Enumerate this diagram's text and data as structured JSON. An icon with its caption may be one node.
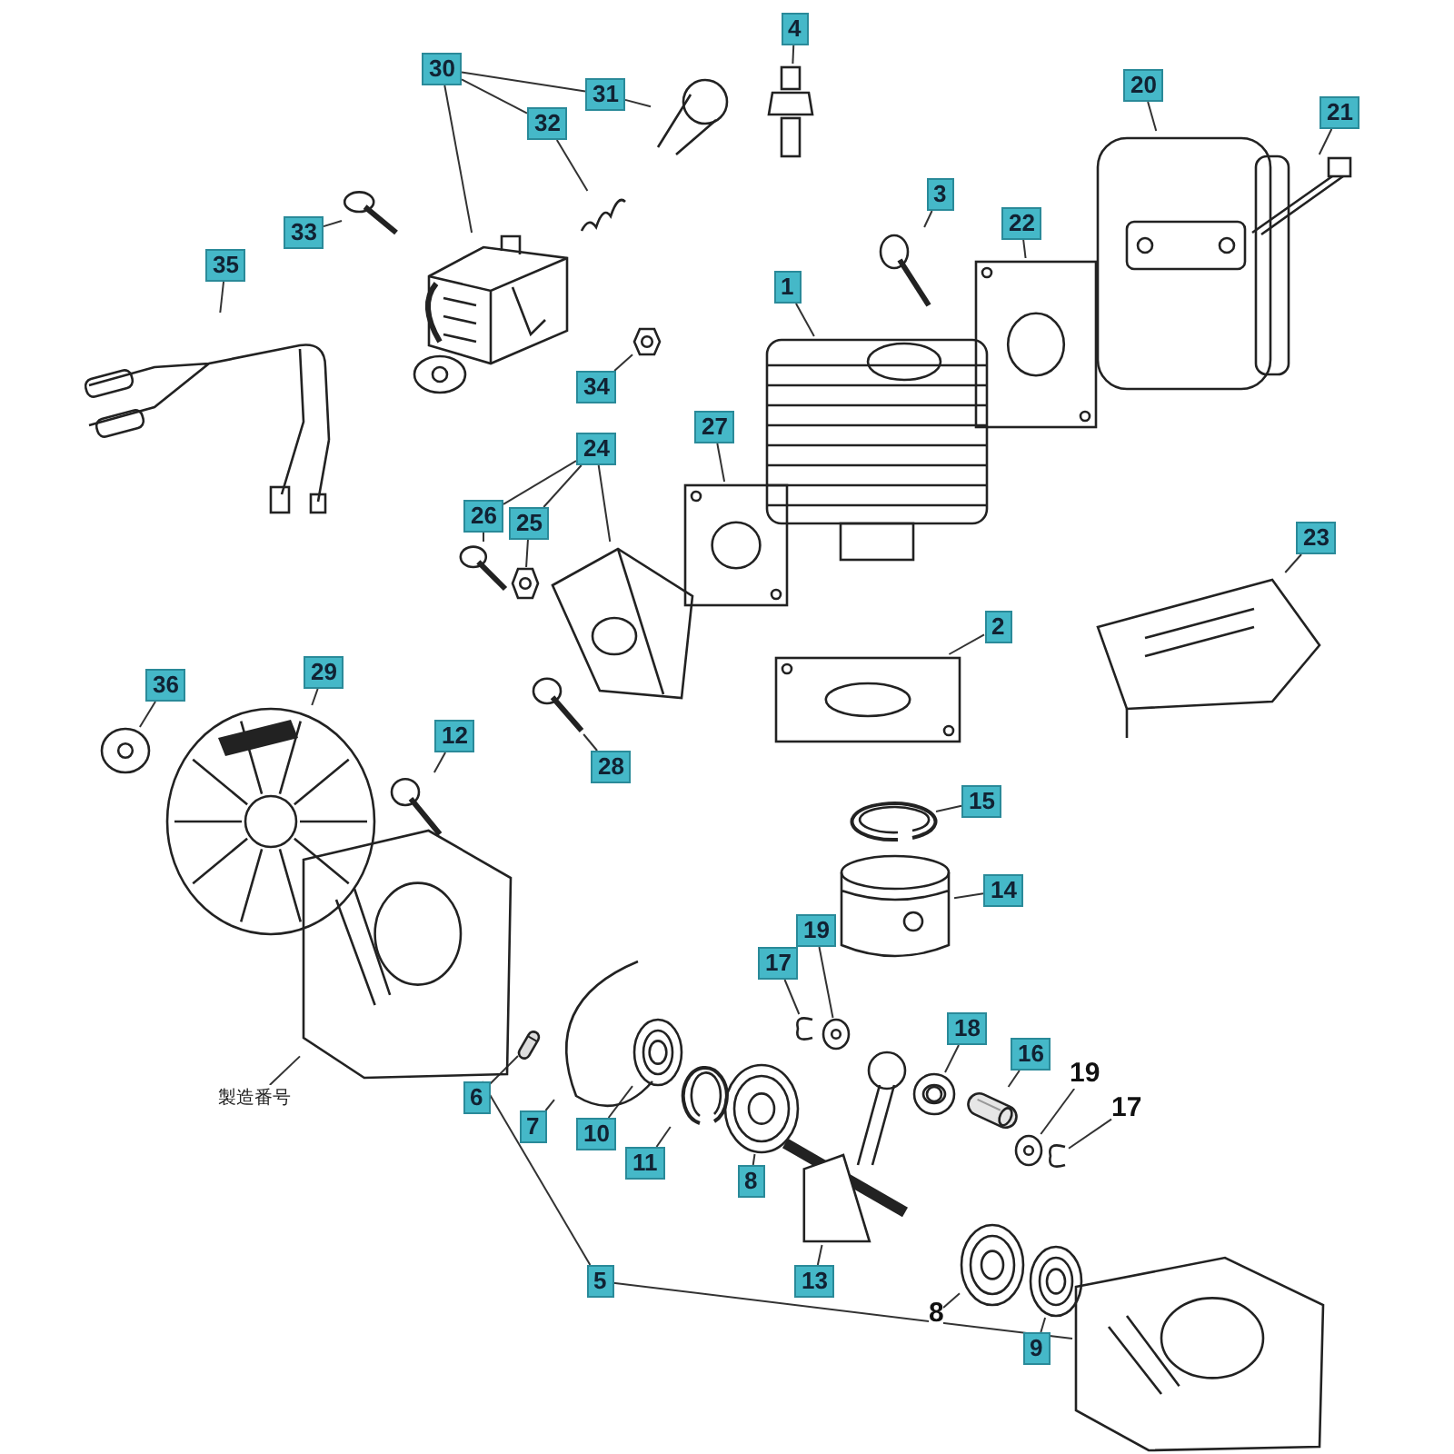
{
  "diagram": {
    "nodes": [
      {
        "text": [
          "4"
        ]
      },
      {
        "text": [
          "30"
        ]
      },
      {
        "text": [
          "20"
        ]
      },
      {
        "text": [
          "31"
        ]
      },
      {
        "text": [
          "21"
        ]
      },
      {
        "text": [
          "32"
        ]
      },
      {
        "text": [
          "3"
        ]
      },
      {
        "text": [
          "22"
        ]
      },
      {
        "text": [
          "33"
        ]
      },
      {
        "text": [
          "35"
        ]
      },
      {
        "text": [
          "1"
        ]
      },
      {
        "text": [
          "34"
        ]
      },
      {
        "text": [
          "27"
        ]
      },
      {
        "text": [
          "24"
        ]
      },
      {
        "text": [
          "26"
        ]
      },
      {
        "text": [
          "25"
        ]
      },
      {
        "text": [
          "23"
        ]
      },
      {
        "text": [
          "2"
        ]
      },
      {
        "text": [
          "36"
        ]
      },
      {
        "text": [
          "29"
        ]
      },
      {
        "text": [
          "12"
        ]
      },
      {
        "text": [
          "28"
        ]
      },
      {
        "text": [
          "15"
        ]
      },
      {
        "text": [
          "14"
        ]
      },
      {
        "text": [
          "19"
        ]
      },
      {
        "text": [
          "17"
        ]
      },
      {
        "text": [
          "18"
        ]
      },
      {
        "text": [
          "16"
        ]
      },
      {
        "text": [
          "19"
        ]
      },
      {
        "text": [
          "17"
        ]
      },
      {
        "text": [
          "製造番号"
        ]
      },
      {
        "text": [
          "6"
        ]
      },
      {
        "text": [
          "7"
        ]
      },
      {
        "text": [
          "10"
        ]
      },
      {
        "text": [
          "11"
        ]
      },
      {
        "text": [
          "8"
        ]
      },
      {
        "text": [
          "13"
        ]
      },
      {
        "text": [
          "5"
        ]
      },
      {
        "text": [
          "8"
        ]
      },
      {
        "text": [
          "9"
        ]
      },
      {
        "text": [],
        "shape": "picture"
      },
      {
        "text": [],
        "shape": "picture"
      },
      {
        "text": [],
        "shape": "picture"
      },
      {
        "text": [],
        "shape": "picture"
      },
      {
        "text": [],
        "shape": "picture"
      },
      {
        "text": [],
        "shape": "picture"
      },
      {
        "text": [],
        "shape": "picture"
      },
      {
        "text": [],
        "shape": "picture"
      },
      {
        "text": [],
        "shape": "picture"
      },
      {
        "text": [],
        "shape": "picture"
      },
      {
        "text": [],
        "shape": "picture"
      },
      {
        "text": [],
        "shape": "picture"
      },
      {
        "text": [],
        "shape": "picture"
      },
      {
        "text": [],
        "shape": "picture"
      },
      {
        "text": [],
        "shape": "picture"
      },
      {
        "text": [],
        "shape": "picture"
      },
      {
        "text": [],
        "shape": "picture"
      },
      {
        "text": [],
        "shape": "picture"
      },
      {
        "text": [],
        "shape": "picture"
      },
      {
        "text": [],
        "shape": "picture"
      },
      {
        "text": [],
        "shape": "picture"
      },
      {
        "text": [],
        "shape": "picture"
      },
      {
        "text": [],
        "shape": "picture"
      },
      {
        "text": [],
        "shape": "picture"
      },
      {
        "text": [],
        "shape": "picture"
      },
      {
        "text": [],
        "shape": "picture"
      },
      {
        "text": [],
        "shape": "picture"
      },
      {
        "text": [],
        "shape": "picture"
      },
      {
        "text": [],
        "shape": "picture"
      },
      {
        "text": [],
        "shape": "picture"
      },
      {
        "text": [],
        "shape": "picture"
      },
      {
        "text": [],
        "shape": "picture"
      },
      {
        "text": [],
        "shape": "picture"
      },
      {
        "text": [],
        "shape": "picture"
      },
      {
        "text": [],
        "shape": "picture"
      },
      {
        "text": [],
        "shape": "picture"
      },
      {
        "text": [],
        "shape": "picture"
      },
      {
        "text": [],
        "shape": "picture"
      },
      {
        "text": [],
        "shape": "picture"
      },
      {
        "text": [],
        "shape": "picture"
      }
    ],
    "edges": [
      {
        "from": 0,
        "to": 40,
        "arrow": "none"
      },
      {
        "from": 1,
        "to": 43,
        "arrow": "none"
      },
      {
        "from": 1,
        "to": 5,
        "arrow": "none"
      },
      {
        "from": 1,
        "to": 3,
        "arrow": "none"
      },
      {
        "from": 2,
        "to": 44,
        "arrow": "none"
      },
      {
        "from": 3,
        "to": 41,
        "arrow": "none"
      },
      {
        "from": 4,
        "to": 45,
        "arrow": "none"
      },
      {
        "from": 5,
        "to": 42,
        "arrow": "none"
      },
      {
        "from": 6,
        "to": 46,
        "arrow": "none"
      },
      {
        "from": 7,
        "to": 47,
        "arrow": "none"
      },
      {
        "from": 8,
        "to": 48,
        "arrow": "none"
      },
      {
        "from": 9,
        "to": 49,
        "arrow": "none"
      },
      {
        "from": 10,
        "to": 50,
        "arrow": "none"
      },
      {
        "from": 11,
        "to": 51,
        "arrow": "none"
      },
      {
        "from": 12,
        "to": 52,
        "arrow": "none"
      },
      {
        "from": 13,
        "to": 53,
        "arrow": "none"
      },
      {
        "from": 13,
        "to": 14,
        "arrow": "none"
      },
      {
        "from": 13,
        "to": 15,
        "arrow": "none"
      },
      {
        "from": 14,
        "to": 54,
        "arrow": "none"
      },
      {
        "from": 15,
        "to": 55,
        "arrow": "none"
      },
      {
        "from": 16,
        "to": 56,
        "arrow": "none"
      },
      {
        "from": 17,
        "to": 57,
        "arrow": "none"
      },
      {
        "from": 18,
        "to": 58,
        "arrow": "none"
      },
      {
        "from": 19,
        "to": 59,
        "arrow": "none"
      },
      {
        "from": 20,
        "to": 60,
        "arrow": "none"
      },
      {
        "from": 21,
        "to": 61,
        "arrow": "none"
      },
      {
        "from": 22,
        "to": 62,
        "arrow": "none"
      },
      {
        "from": 23,
        "to": 63,
        "arrow": "none"
      },
      {
        "from": 24,
        "to": 64,
        "arrow": "none"
      },
      {
        "from": 25,
        "to": 65,
        "arrow": "none"
      },
      {
        "from": 26,
        "to": 66,
        "arrow": "none"
      },
      {
        "from": 27,
        "to": 67,
        "arrow": "none"
      },
      {
        "from": 28,
        "to": 68,
        "arrow": "none"
      },
      {
        "from": 29,
        "to": 69,
        "arrow": "none"
      },
      {
        "from": 30,
        "to": 70,
        "arrow": "none"
      },
      {
        "from": 31,
        "to": 71,
        "arrow": "none"
      },
      {
        "from": 32,
        "to": 72,
        "arrow": "none"
      },
      {
        "from": 33,
        "to": 73,
        "arrow": "none"
      },
      {
        "from": 34,
        "to": 74,
        "arrow": "none"
      },
      {
        "from": 35,
        "to": 75,
        "arrow": "none"
      },
      {
        "from": 36,
        "to": 76,
        "arrow": "none"
      },
      {
        "from": 37,
        "to": 70,
        "arrow": "none"
      },
      {
        "from": 37,
        "to": 77,
        "arrow": "none"
      },
      {
        "from": 38,
        "to": 78,
        "arrow": "none"
      },
      {
        "from": 39,
        "to": 79,
        "arrow": "none"
      }
    ]
  }
}
